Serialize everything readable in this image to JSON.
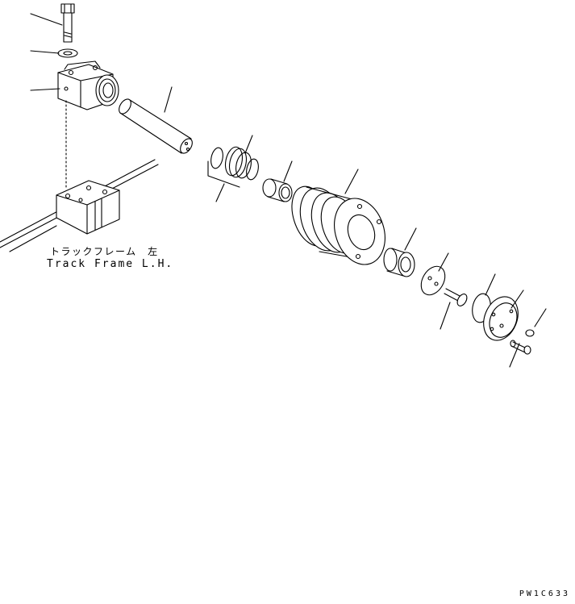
{
  "labels": {
    "frame_jp": "トラックフレーム　左",
    "frame_en": "Track Frame L.H.",
    "drawing_code": "PW1C633"
  },
  "style": {
    "line_color": "#000000",
    "background": "#ffffff"
  }
}
